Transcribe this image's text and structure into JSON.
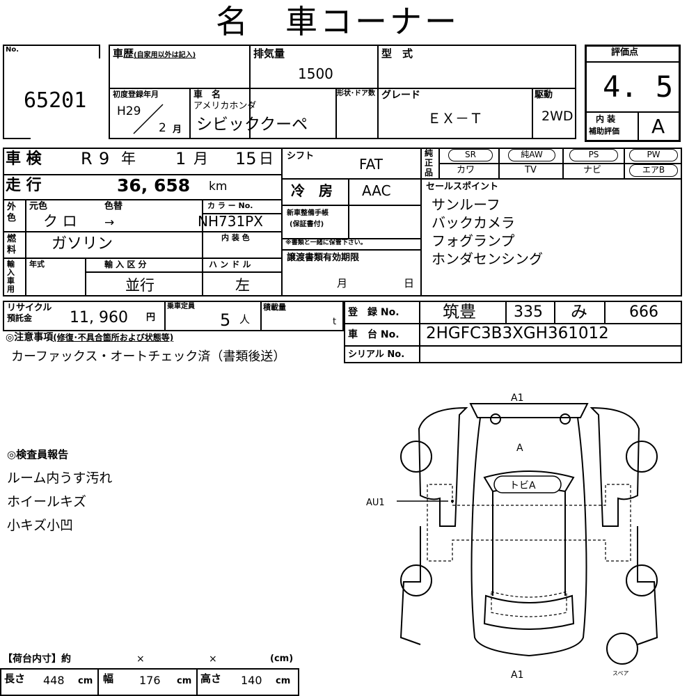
{
  "title": "名　車コーナー",
  "header": {
    "no_label": "No.",
    "lot_number": "65201",
    "history_label": "車歴",
    "history_note": "(自家用以外は記入)",
    "displacement_label": "排気量",
    "displacement": "1500",
    "model_label": "型　式",
    "first_reg_label": "初度登録年月",
    "first_reg_era": "H29",
    "first_reg_month": "2",
    "month_unit": "月",
    "car_name_label": "車　名",
    "maker": "アメリカホンダ",
    "car_name": "シビッククーペ",
    "shape_label": "形状･ドア数",
    "grade_label": "グレード",
    "grade": "ＥＸ－Ｔ",
    "drive_label": "駆動",
    "drive": "2WD",
    "score_label": "評価点",
    "score": "4. 5",
    "interior_label_1": "内 装",
    "interior_label_2": "補助評価",
    "interior_grade": "A"
  },
  "inspection": {
    "label": "車 検",
    "era": "R",
    "year": "9",
    "year_unit": "年",
    "month": "1",
    "month_unit": "月",
    "day": "15",
    "day_unit": "日"
  },
  "shift": {
    "label": "シフト",
    "value": "FAT"
  },
  "mileage": {
    "label": "走 行",
    "value": "36, 658",
    "unit": "km"
  },
  "ac": {
    "label": "冷　房",
    "value": "AAC"
  },
  "equipment": {
    "label_chars": [
      "純",
      "正",
      "品"
    ],
    "row1": [
      "SR",
      "純AW",
      "PS",
      "PW"
    ],
    "row2": [
      "カワ",
      "TV",
      "ナビ",
      "エアB"
    ]
  },
  "color": {
    "side_chars": [
      "外",
      "色"
    ],
    "orig_label": "元色",
    "change_label": "色替",
    "orig": "ク ロ",
    "change": "→",
    "color_no_label": "カ ラ ー No.",
    "color_no": "NH731PX",
    "interior_color_label": "内 装 色"
  },
  "fuel": {
    "side_chars": [
      "燃",
      "料"
    ],
    "value": "ガソリン"
  },
  "maintenance": {
    "label_1": "新車整備手帳",
    "label_2": "(保証書付)",
    "note": "※書類と一緒に保管下さい。"
  },
  "transfer": {
    "label": "譲渡書類有効期限",
    "month_unit": "月",
    "day_unit": "日"
  },
  "sales_point": {
    "label": "セールスポイント",
    "items": [
      "サンルーフ",
      "バックカメラ",
      "フォグランプ",
      "ホンダセンシング"
    ]
  },
  "import": {
    "side_chars": [
      "輸",
      "入",
      "車",
      "用"
    ],
    "year_label": "年式",
    "type_label": "輸 入 区 分",
    "type": "並行",
    "handle_label": "ハ ン ド ル",
    "handle": "左"
  },
  "recycle": {
    "label_1": "リサイクル",
    "label_2": "預託金",
    "value": "11, 960",
    "unit": "円"
  },
  "capacity": {
    "label": "乗車定員",
    "value": "5",
    "unit": "人"
  },
  "load": {
    "label": "積載量",
    "unit": "t"
  },
  "notes": {
    "label": "◎注意事項",
    "sub": "(修復･不具合箇所および状態等)",
    "text": "カーファックス・オートチェック済（書類後送）"
  },
  "registration": {
    "label": "登　録 No.",
    "area": "筑豊",
    "class": "335",
    "kana": "み",
    "number": "666"
  },
  "chassis": {
    "label": "車　台 No.",
    "value": "2HGFC3B3XGH361012"
  },
  "serial": {
    "label": "シリアル No."
  },
  "inspector": {
    "label": "◎検査員報告",
    "items": [
      "ルーム内うす汚れ",
      "ホイールキズ",
      "小キズ小凹"
    ]
  },
  "diagram": {
    "a1_top": "A1",
    "a_label": "A",
    "tobi_label": "トビA",
    "au1": "AU1",
    "a1_bottom": "A1",
    "spare": "スペア"
  },
  "cargo": {
    "title": "【荷台内寸】約",
    "x1": "×",
    "x2": "×",
    "unit_cm": "(cm)",
    "length_label": "長さ",
    "length": "448",
    "width_label": "幅",
    "width": "176",
    "height_label": "高さ",
    "height": "140",
    "cm": "cm"
  }
}
